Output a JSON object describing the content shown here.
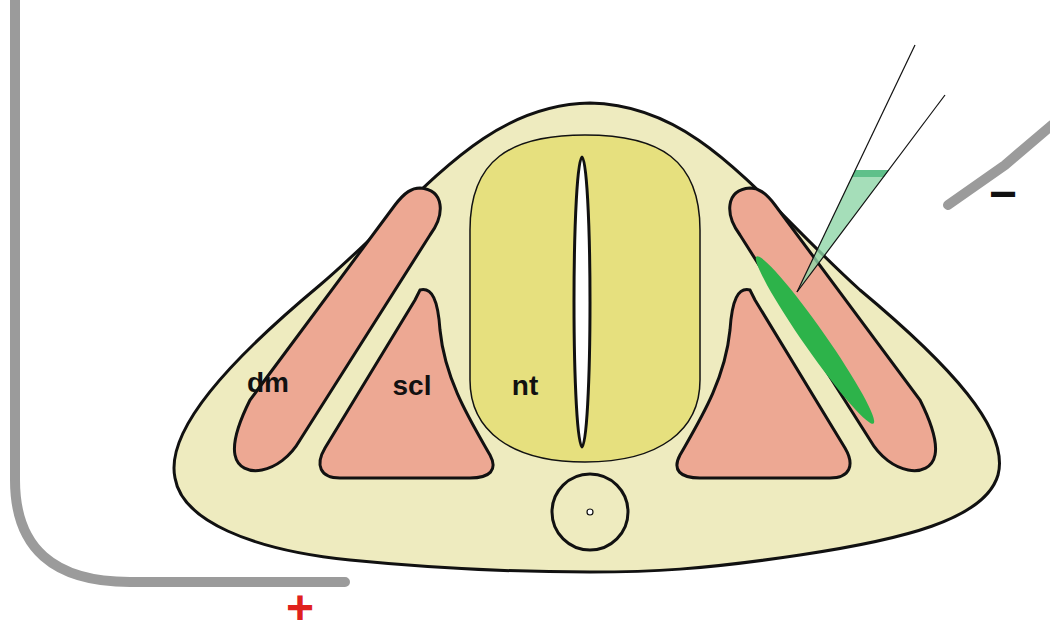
{
  "diagram": {
    "nodes": [
      {
        "text": [
          "dm"
        ]
      },
      {
        "text": [
          "scl"
        ]
      },
      {
        "text": [
          "nt"
        ]
      }
    ],
    "labels": [
      "+",
      "−"
    ]
  }
}
